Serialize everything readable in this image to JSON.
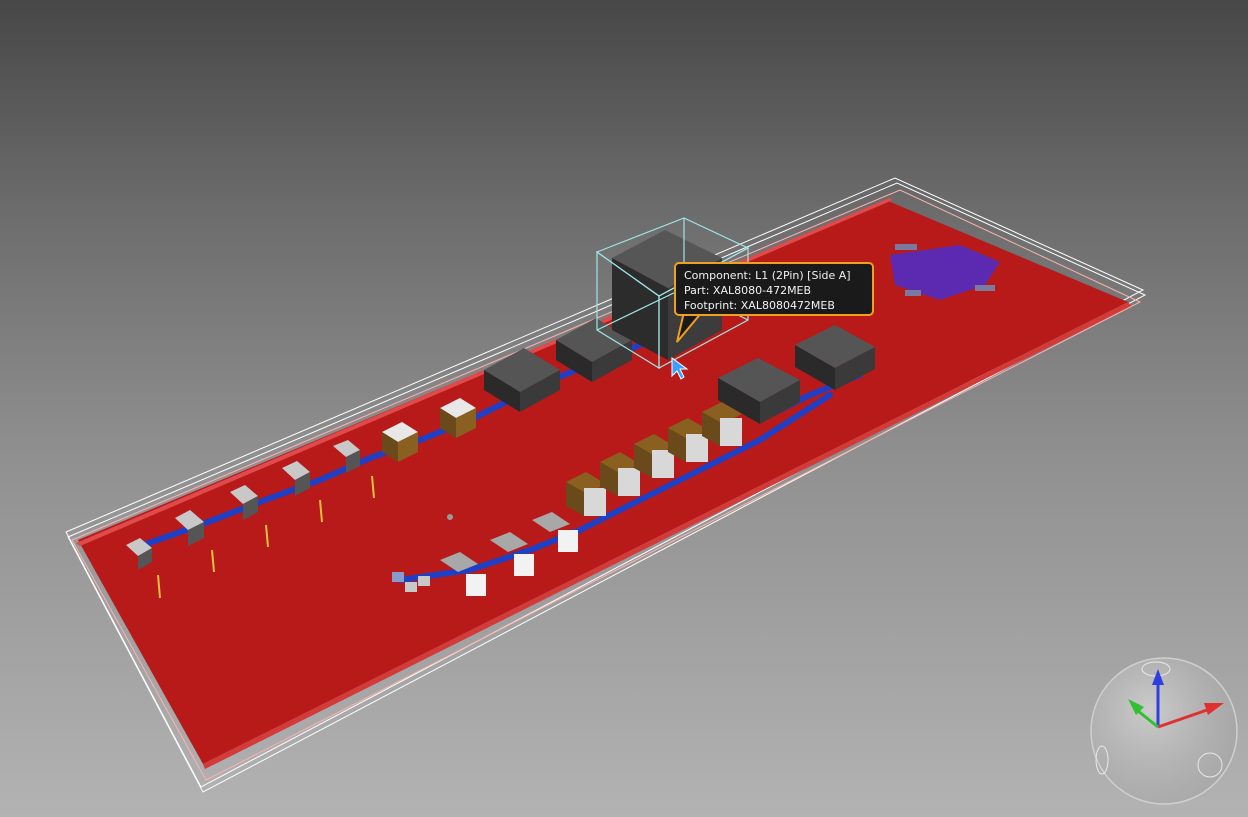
{
  "viewport": {
    "background_top": "#474747",
    "background_bottom": "#b3b3b3",
    "board_color": "#b81a1a",
    "trace_color": "#1f3fc4",
    "outline_color": "#ffffff",
    "highlight_color": "#9ee6e6"
  },
  "tooltip": {
    "component_line": "Component: L1 (2Pin) [Side A]",
    "part_line": "Part: XAL8080-472MEB",
    "footprint_line": "Footprint: XAL8080472MEB",
    "border_color": "#f0a020"
  },
  "orientation_gizmo": {
    "axes": [
      "z-axis",
      "x-axis",
      "y-axis"
    ],
    "z_color": "#3040e0",
    "x_color": "#e03030",
    "y_color": "#30c030"
  },
  "cursor": {
    "icon": "arrow-pointer-icon",
    "color": "#3aa0ff"
  }
}
